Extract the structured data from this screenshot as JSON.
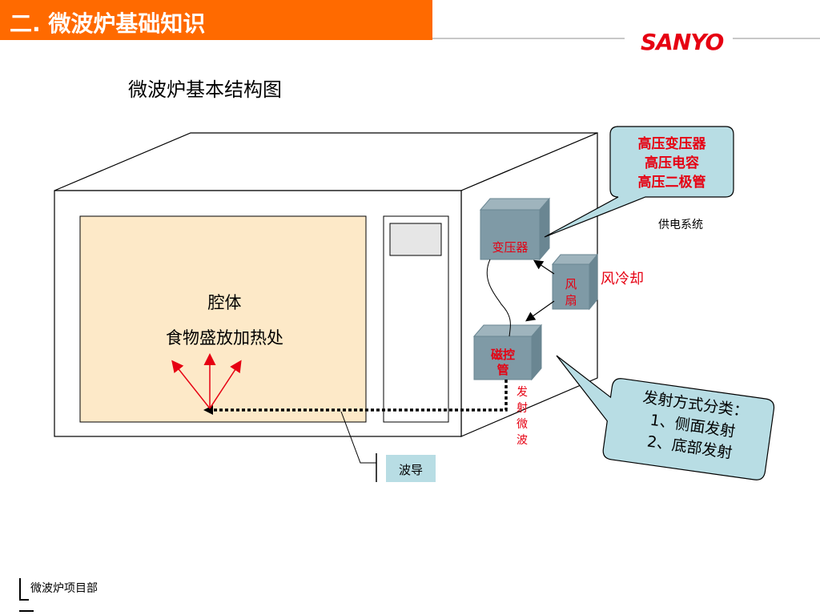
{
  "header": {
    "title": "二. 微波炉基础知识",
    "logo": "SANYO"
  },
  "subtitle": "微波炉基本结构图",
  "diagram": {
    "cavity_label": "腔体",
    "cavity_sublabel": "食物盛放加热处",
    "transformer_label": "变压器",
    "fan_label_1": "风",
    "fan_label_2": "扇",
    "magnetron_label_1": "磁控",
    "magnetron_label_2": "管",
    "emit_label": [
      "发",
      "射",
      "微",
      "波"
    ],
    "waveguide_label": "波导",
    "fan_cooling_label": "风冷却",
    "power_system_label": "供电系统",
    "power_callout": [
      "高压变压器",
      "高压电容",
      "高压二极管"
    ],
    "emission_callout": [
      "发射方式分类：",
      "1、侧面发射",
      "2、底部发射"
    ]
  },
  "colors": {
    "header_bg": "#ff6a00",
    "cavity_fill": "#fde9c8",
    "box_fill": "#7f9aa6",
    "callout_fill": "#b8dde4",
    "label_red": "#e60012"
  },
  "footer": {
    "text": "微波炉项目部"
  }
}
